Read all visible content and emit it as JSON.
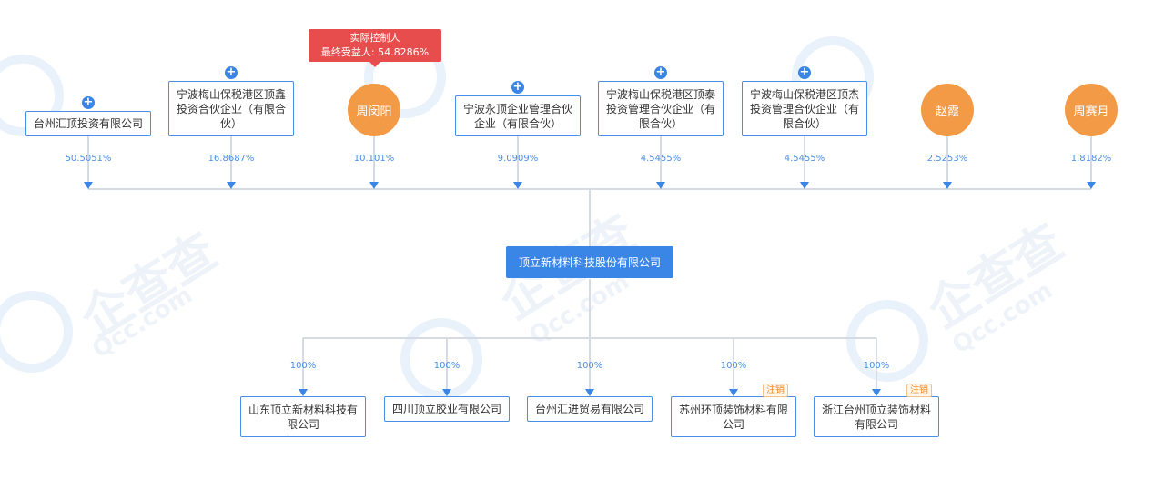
{
  "controller": {
    "title": "实际控制人",
    "beneficiary": "最终受益人: 54.8286%"
  },
  "shareholders": [
    {
      "name": "台州汇顶投资有限公司",
      "type": "company",
      "expandable": true,
      "pct": "50.5051%"
    },
    {
      "name": "宁波梅山保税港区顶鑫投资合伙企业（有限合伙）",
      "type": "company",
      "expandable": true,
      "pct": "16.8687%"
    },
    {
      "name": "周闵阳",
      "type": "person",
      "expandable": false,
      "pct": "10.101%"
    },
    {
      "name": "宁波永顶企业管理合伙企业（有限合伙）",
      "type": "company",
      "expandable": true,
      "pct": "9.0909%"
    },
    {
      "name": "宁波梅山保税港区顶泰投资管理合伙企业（有限合伙）",
      "type": "company",
      "expandable": true,
      "pct": "4.5455%"
    },
    {
      "name": "宁波梅山保税港区顶杰投资管理合伙企业（有限合伙）",
      "type": "company",
      "expandable": true,
      "pct": "4.5455%"
    },
    {
      "name": "赵霞",
      "type": "person",
      "expandable": false,
      "pct": "2.5253%"
    },
    {
      "name": "周赛月",
      "type": "person",
      "expandable": false,
      "pct": "1.8182%"
    }
  ],
  "company": {
    "name": "顶立新材料科技股份有限公司"
  },
  "subsidiaries": [
    {
      "name": "山东顶立新材料科技有限公司",
      "pct": "100%",
      "tag": ""
    },
    {
      "name": "四川顶立胶业有限公司",
      "pct": "100%",
      "tag": ""
    },
    {
      "name": "台州汇进贸易有限公司",
      "pct": "100%",
      "tag": ""
    },
    {
      "name": "苏州环顶装饰材料有限公司",
      "pct": "100%",
      "tag": "注销"
    },
    {
      "name": "浙江台州顶立装饰材料有限公司",
      "pct": "100%",
      "tag": "注销"
    }
  ],
  "watermark": {
    "brand": "企查查",
    "domain": "Qcc.com"
  },
  "colors": {
    "accent": "#3a86e6",
    "person": "#f39a47",
    "controller": "#e84d4d",
    "tag": "#f08a2c"
  }
}
